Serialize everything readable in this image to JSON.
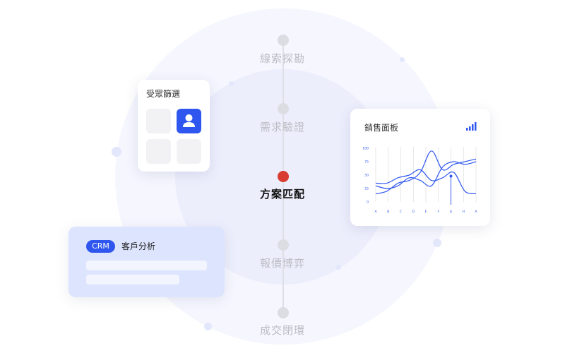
{
  "steps": [
    {
      "label": "線索探勘",
      "active": false
    },
    {
      "label": "需求驗證",
      "active": false
    },
    {
      "label": "方案匹配",
      "active": true
    },
    {
      "label": "報價博弈",
      "active": false
    },
    {
      "label": "成交閉環",
      "active": false
    }
  ],
  "audience_card": {
    "title": "受眾篩選",
    "selected_icon": "user-icon"
  },
  "sales_card": {
    "title": "銷售面板",
    "icon": "signal-bars-icon",
    "accent": "#2f57ef"
  },
  "crm_card": {
    "badge": "CRM",
    "title": "客戶分析"
  },
  "chart_data": {
    "type": "line",
    "title": "",
    "categories": [
      "A",
      "B",
      "C",
      "D",
      "E",
      "F",
      "G",
      "H",
      "A"
    ],
    "yticks": [
      0,
      25,
      50,
      75,
      100
    ],
    "ylim": [
      0,
      100
    ],
    "grid": true,
    "series": [
      {
        "values": [
          35,
          35,
          45,
          50,
          60,
          40,
          45,
          55,
          20,
          15
        ]
      },
      {
        "values": [
          15,
          20,
          35,
          40,
          55,
          95,
          60,
          70,
          75,
          80
        ]
      },
      {
        "values": [
          30,
          25,
          30,
          45,
          40,
          30,
          65,
          75,
          70,
          75
        ]
      }
    ],
    "colors": {
      "series": "#2f57ef",
      "ticks": "#2f57ef"
    }
  }
}
